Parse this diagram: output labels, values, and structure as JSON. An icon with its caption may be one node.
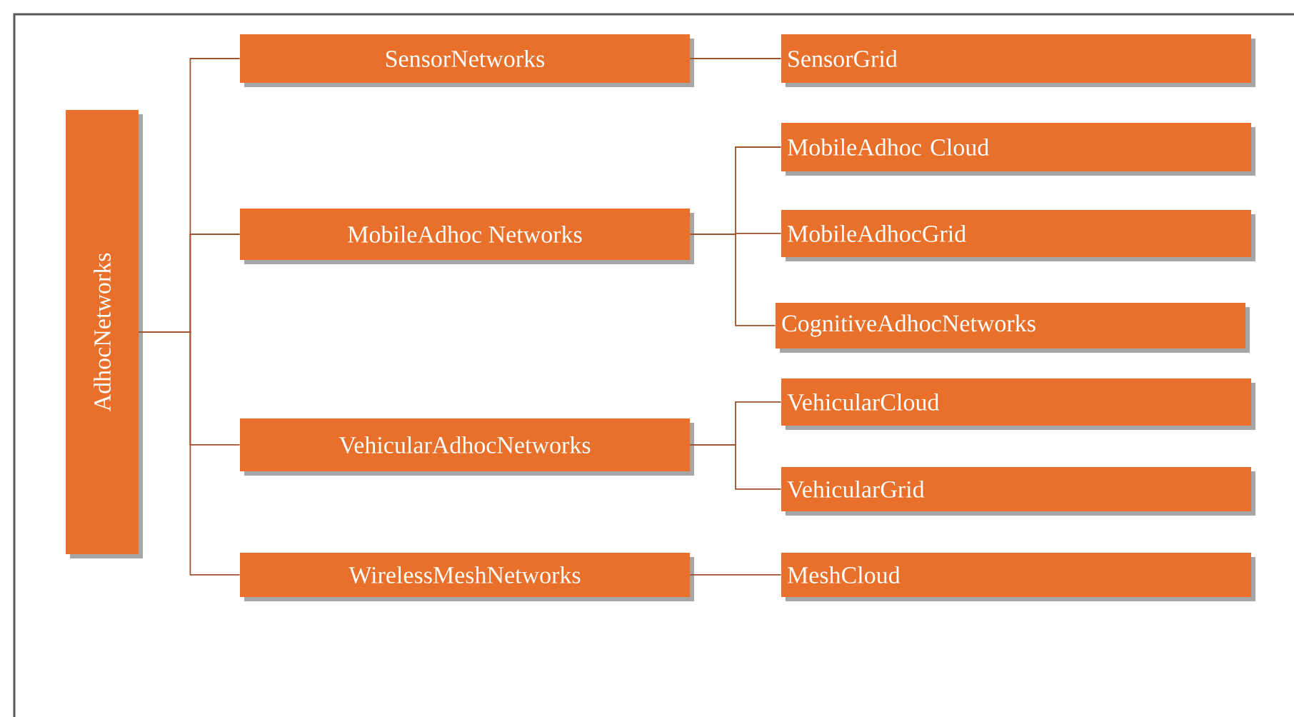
{
  "diagram": {
    "nodes": [
      {
        "text": [
          "AdhocNetworks"
        ]
      },
      {
        "text": [
          "SensorNetworks"
        ]
      },
      {
        "text": [
          "MobileAdhoc Networks"
        ]
      },
      {
        "text": [
          "VehicularAdhocNetworks"
        ]
      },
      {
        "text": [
          "WirelessMeshNetworks"
        ]
      },
      {
        "text": [
          "SensorGrid"
        ]
      },
      {
        "text": [
          "MobileAdhoc Cloud"
        ]
      },
      {
        "text": [
          "MobileAdhocGrid"
        ]
      },
      {
        "text": [
          "CognitiveAdhocNetworks"
        ]
      },
      {
        "text": [
          "VehicularCloud"
        ]
      },
      {
        "text": [
          "VehicularGrid"
        ]
      },
      {
        "text": [
          "MeshCloud"
        ]
      }
    ],
    "edges": [
      {
        "from": 0,
        "to": 1,
        "arrow": "none"
      },
      {
        "from": 0,
        "to": 2,
        "arrow": "none"
      },
      {
        "from": 0,
        "to": 3,
        "arrow": "none"
      },
      {
        "from": 0,
        "to": 4,
        "arrow": "none"
      },
      {
        "from": 1,
        "to": 5,
        "arrow": "none"
      },
      {
        "from": 2,
        "to": 6,
        "arrow": "none"
      },
      {
        "from": 2,
        "to": 7,
        "arrow": "none"
      },
      {
        "from": 2,
        "to": 8,
        "arrow": "none"
      },
      {
        "from": 3,
        "to": 9,
        "arrow": "none"
      },
      {
        "from": 3,
        "to": 10,
        "arrow": "none"
      },
      {
        "from": 4,
        "to": 11,
        "arrow": "none"
      }
    ]
  }
}
